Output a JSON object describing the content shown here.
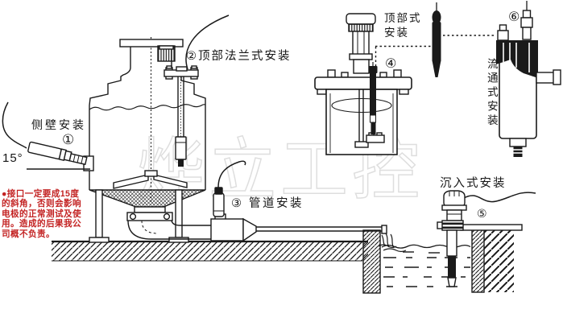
{
  "canvas": {
    "bg": "#ffffff",
    "ink": "#1a1a1a",
    "warning_color": "#c32222",
    "watermark_color": "#dedede"
  },
  "labels": {
    "side_wall": {
      "text": "侧壁安装",
      "number": "①"
    },
    "top_flange": {
      "text": "②顶部法兰式安装"
    },
    "pipe": {
      "text": "③ 管道安装"
    },
    "top_type": {
      "text": "顶部式\n安装",
      "number": "④"
    },
    "submersion": {
      "text": "沉入式安装",
      "number": "⑤"
    },
    "flow_through": {
      "text": "流通式安装",
      "number": "⑥"
    },
    "angle": {
      "text": "15°"
    }
  },
  "warning": {
    "text": "●接口一定要成15度\n的斜角，否则会影响\n电极的正常测试及使\n用。造成的后果我公\n司概不负责。"
  },
  "watermark": {
    "text": "烨立工控"
  }
}
